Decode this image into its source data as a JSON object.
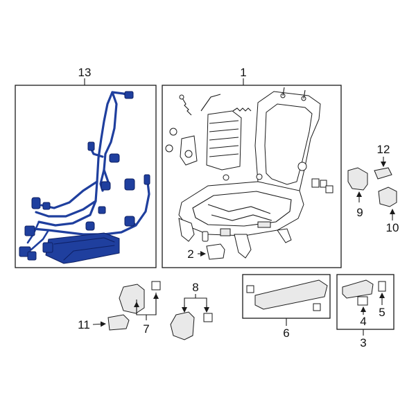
{
  "diagram": {
    "colors": {
      "highlight": "#1f3f9e",
      "highlight_dark": "#0d1f63",
      "line": "#1a1a1a",
      "part_fill": "#ffffff",
      "part_shade": "#e9e9e9"
    },
    "callouts": {
      "c1": "1",
      "c2": "2",
      "c3": "3",
      "c4": "4",
      "c5": "5",
      "c6": "6",
      "c7": "7",
      "c8": "8",
      "c9": "9",
      "c10": "10",
      "c11": "11",
      "c12": "12",
      "c13": "13"
    }
  }
}
